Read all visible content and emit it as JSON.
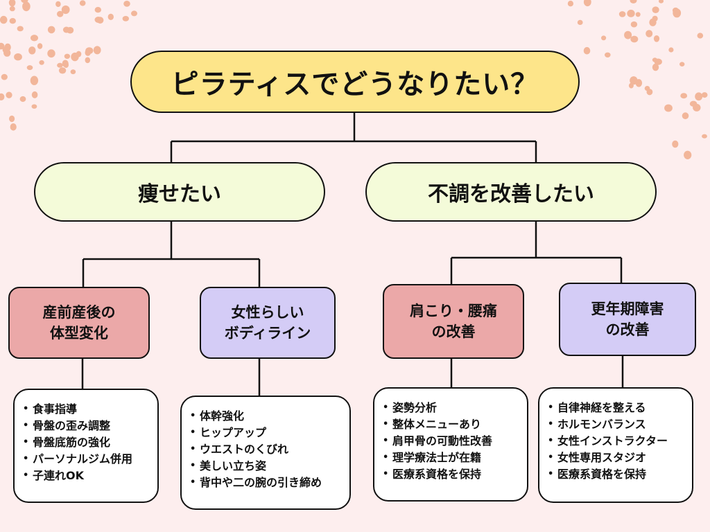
{
  "title": "ピラティスでどうなりたい？",
  "goals": [
    {
      "label": "痩せたい",
      "categories": [
        {
          "label": "産前産後の\n体型変化",
          "items": [
            "食事指導",
            "骨盤の歪み調整",
            "骨盤底筋の強化",
            "パーソナルジム併用",
            "子連れOK"
          ]
        },
        {
          "label": "女性らしい\nボディライン",
          "items": [
            "体幹強化",
            "ヒップアップ",
            "ウエストのくびれ",
            "美しい立ち姿",
            "背中や二の腕の引き締め"
          ]
        }
      ]
    },
    {
      "label": "不調を改善したい",
      "categories": [
        {
          "label": "肩こり・腰痛\nの改善",
          "items": [
            "姿勢分析",
            "整体メニューあり",
            "肩甲骨の可動性改善",
            "理学療法士が在籍",
            "医療系資格を保持"
          ]
        },
        {
          "label": "更年期障害\nの改善",
          "items": [
            "自律神経を整える",
            "ホルモンバランス",
            "女性インストラクター",
            "女性専用スタジオ",
            "医療系資格を保持"
          ]
        }
      ]
    }
  ],
  "colors": {
    "background": "#fdeeee",
    "title_fill": "#fde58a",
    "goal_fill": "#f4fbd9",
    "category_pink": "#eba8a8",
    "category_purple": "#d4ccf6",
    "dots": "#f2b69a"
  }
}
